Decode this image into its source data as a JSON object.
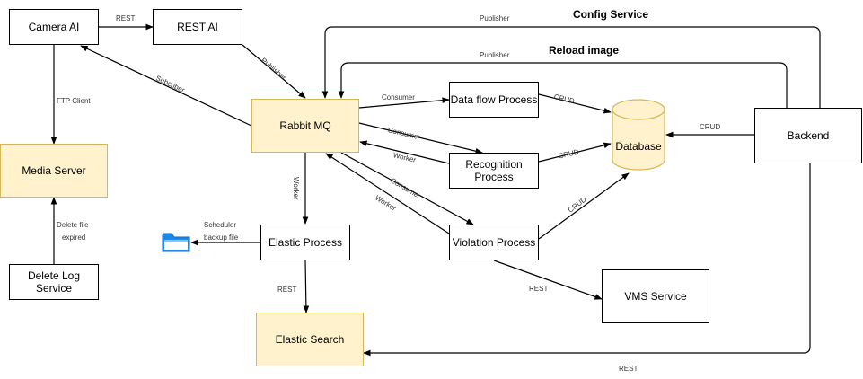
{
  "nodes": {
    "camera_ai": "Camera AI",
    "rest_ai": "REST AI",
    "rabbit_mq": "Rabbit MQ",
    "media_server": "Media Server",
    "delete_log_service": "Delete Log Service",
    "elastic_process": "Elastic Process",
    "elastic_search": "Elastic Search",
    "data_flow_process": "Data flow Process",
    "recognition_process": "Recognition Process",
    "violation_process": "Violation Process",
    "vms_service": "VMS Service",
    "database": "Database",
    "backend": "Backend"
  },
  "headings": {
    "config_service": "Config Service",
    "reload_image": "Reload image"
  },
  "edge_labels": {
    "camera_rest": "REST",
    "publisher_restai": "Publisher",
    "subcriber": "Subcriber",
    "ftp_client": "FTP Client",
    "delete_file": "Delete file",
    "expired": "expired",
    "consumer_dataflow": "Consumer",
    "consumer_recognition": "Consumer",
    "worker_recognition": "Worker",
    "consumer_violation": "Consumer",
    "worker_violation": "Worker",
    "worker_elastic": "Worker",
    "scheduler": "Scheduler",
    "backup_file": "backup file",
    "rest_elastic": "REST",
    "crud_dataflow": "CRUD",
    "crud_recognition": "CRUD",
    "crud_violation": "CRUD",
    "crud_backend": "CRUD",
    "rest_vms": "REST",
    "publisher_config": "Publisher",
    "publisher_reload": "Publisher",
    "rest_backend": "REST"
  },
  "colors": {
    "yellow_fill": "#fff2cc",
    "yellow_stroke": "#d6b656"
  },
  "icons": {
    "backup_folder": "folder-icon"
  }
}
